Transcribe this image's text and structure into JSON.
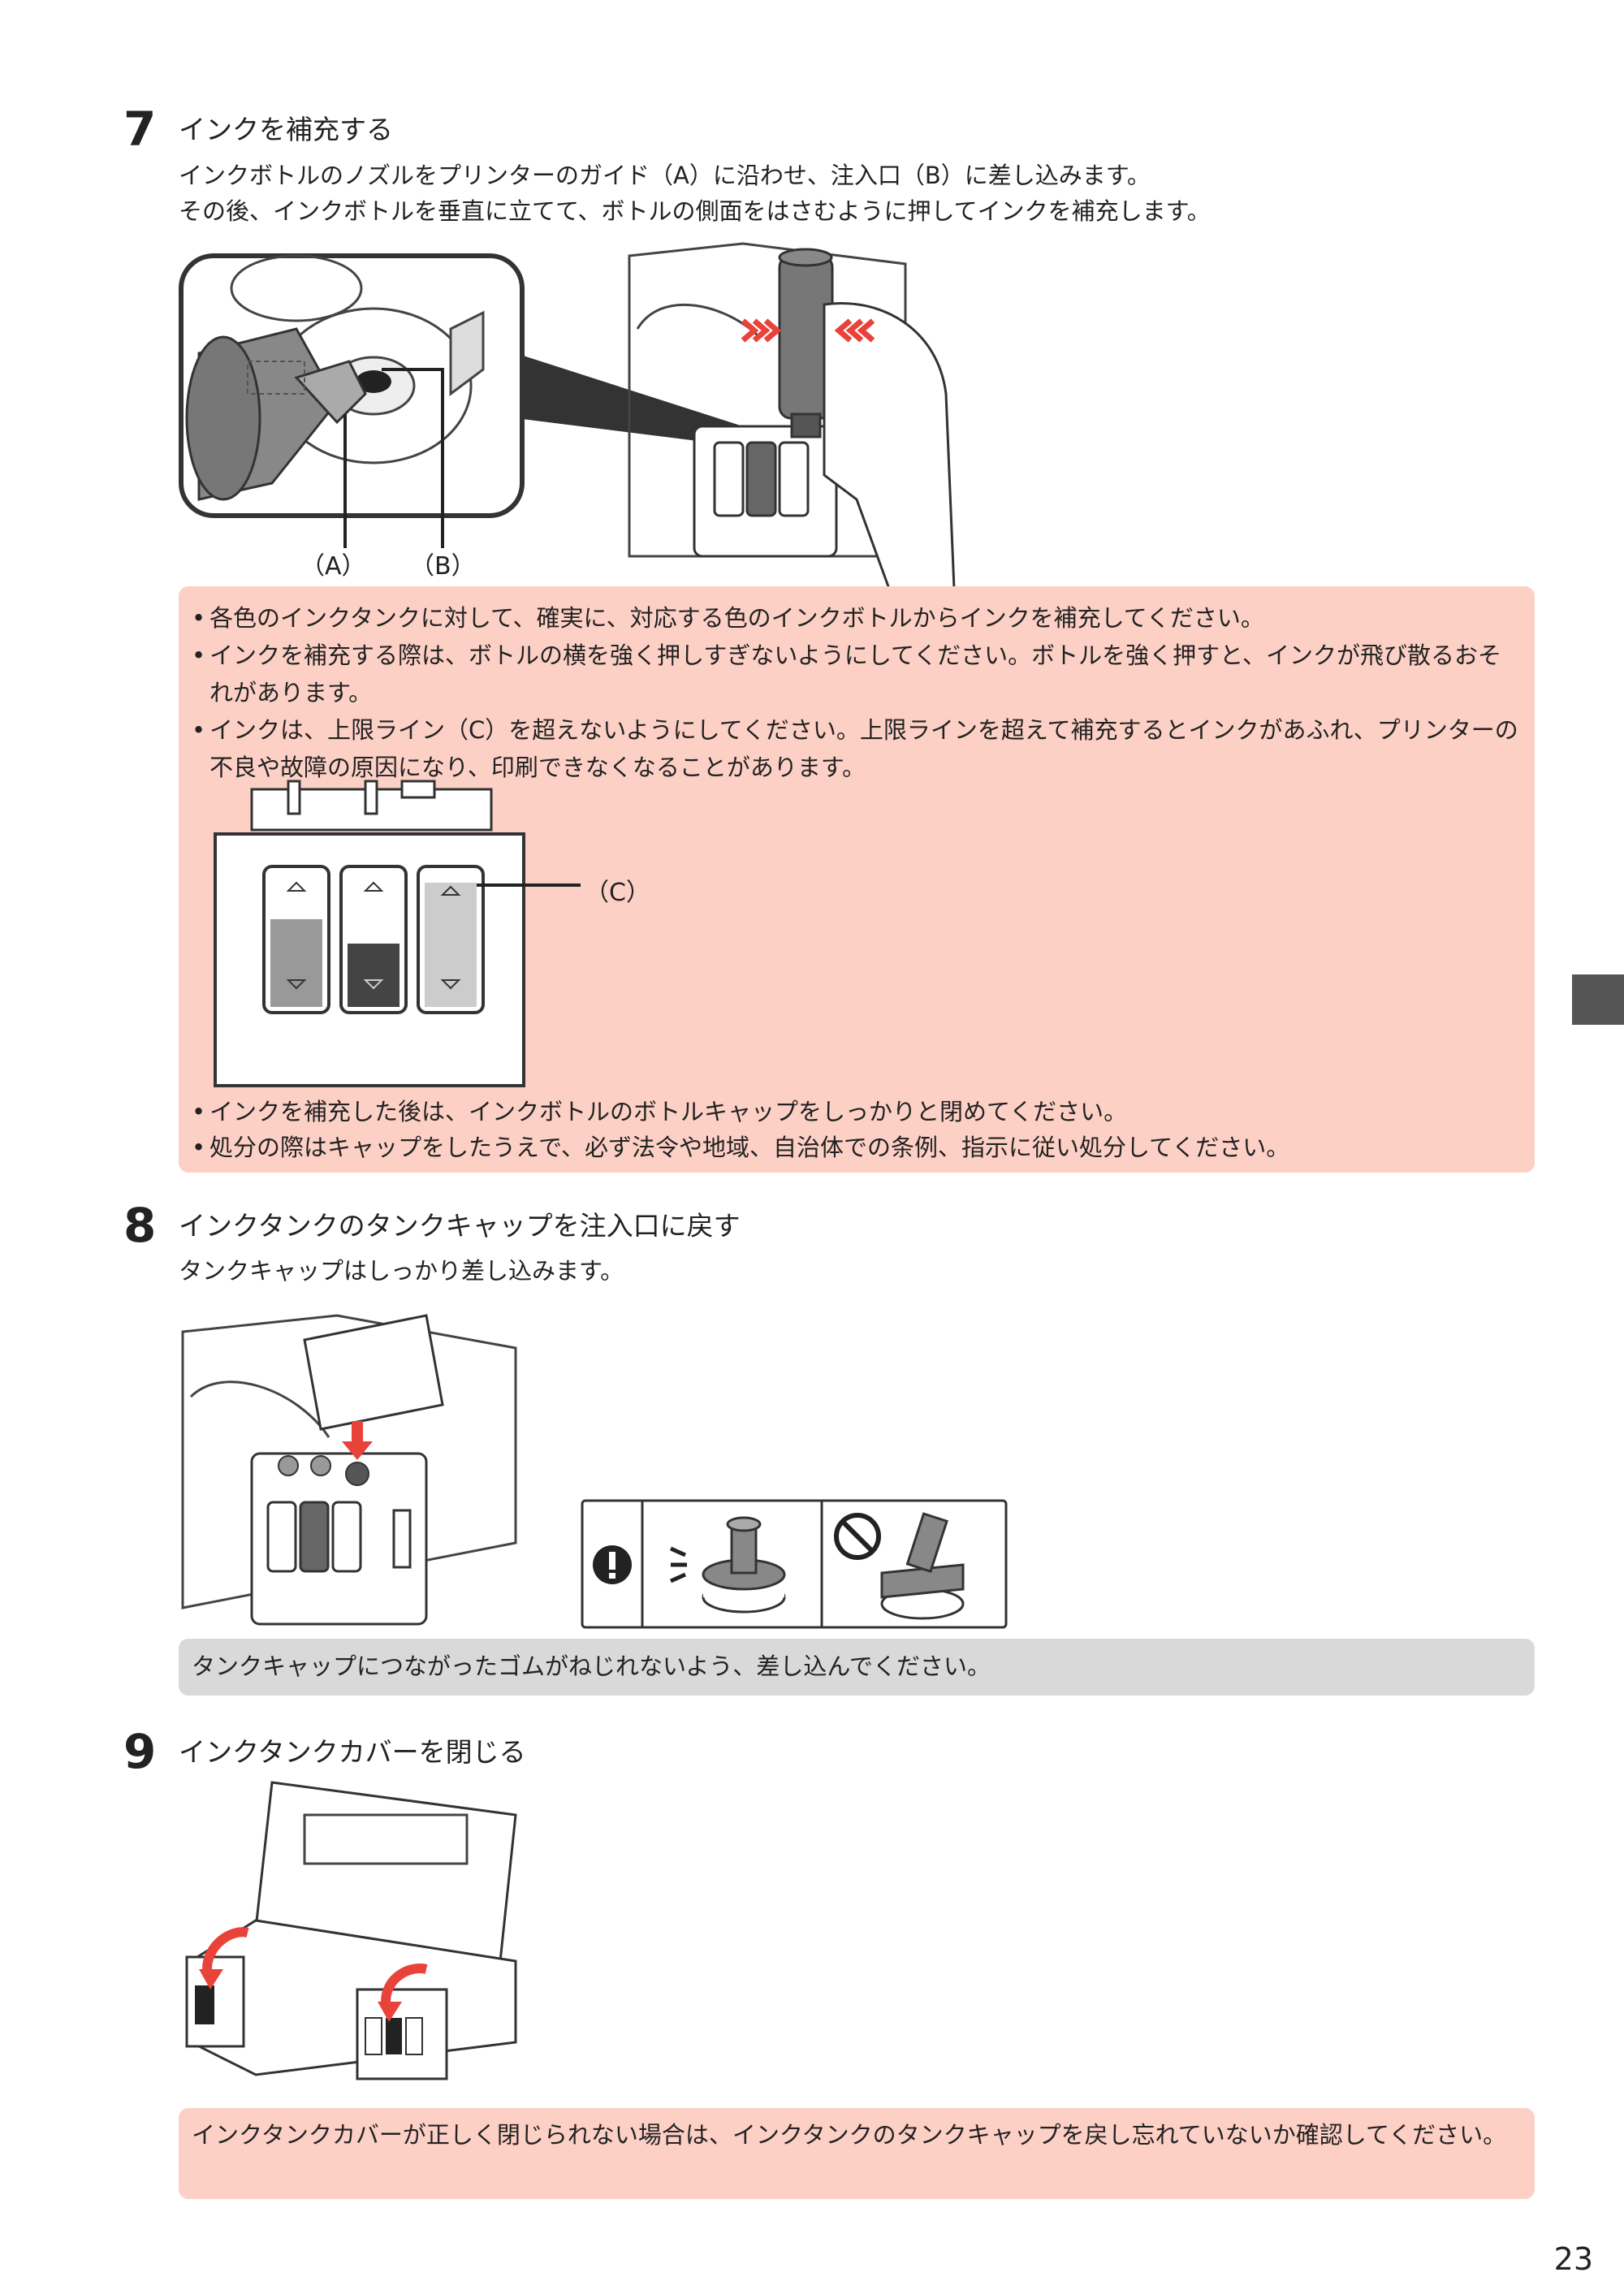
{
  "step7": {
    "number": "7",
    "title": "インクを補充する",
    "line1": "インクボトルのノズルをプリンターのガイド（A）に沿わせ、注入口（B）に差し込みます。",
    "line2": "その後、インクボトルを垂直に立てて、ボトルの側面をはさむように押してインクを補充します。",
    "label_a": "（A）",
    "label_b": "（B）",
    "label_c": "（C）",
    "notes_top": [
      "各色のインクタンクに対して、確実に、対応する色のインクボトルからインクを補充してください。",
      "インクを補充する際は、ボトルの横を強く押しすぎないようにしてください。ボトルを強く押すと、インクが飛び散るおそれがあります。",
      "インクは、上限ライン（C）を超えないようにしてください。上限ラインを超えて補充するとインクがあふれ、プリンターの不良や故障の原因になり、印刷できなくなることがあります。"
    ],
    "notes_bottom": [
      "インクを補充した後は、インクボトルのボトルキャップをしっかりと閉めてください。",
      "処分の際はキャップをしたうえで、必ず法令や地域、自治体での条例、指示に従い処分してください。"
    ]
  },
  "step8": {
    "number": "8",
    "title": "インクタンクのタンクキャップを注入口に戻す",
    "line1": "タンクキャップはしっかり差し込みます。",
    "note": "タンクキャップにつながったゴムがねじれないよう、差し込んでください。",
    "caution_icon": "exclamation-icon",
    "prohibit_icon": "prohibition-icon"
  },
  "step9": {
    "number": "9",
    "title": "インクタンクカバーを閉じる",
    "note": "インクタンクカバーが正しく閉じられない場合は、インクタンクのタンクキャップを戻し忘れていないか確認してください。"
  },
  "bullet": "•",
  "page_number": "23",
  "colors": {
    "note_pink": "#fdd0c6",
    "note_gray": "#d9d9d9",
    "arrow_red": "#e8423a",
    "tab_gray": "#555555"
  }
}
